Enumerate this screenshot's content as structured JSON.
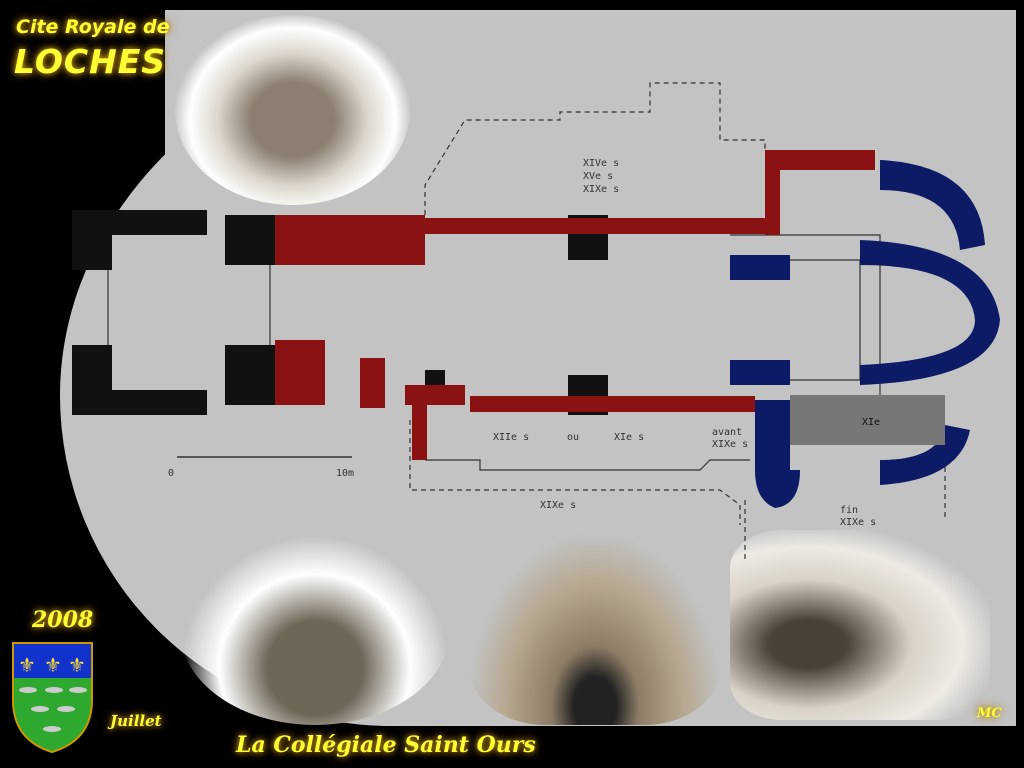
{
  "header": {
    "line1": "Cite Royale de",
    "line2": "LOCHES"
  },
  "footer": {
    "year": "2008",
    "month": "Juillet",
    "caption": "La Collégiale Saint Ours",
    "signature": "MC"
  },
  "plan_labels": {
    "north": [
      "XIVe s",
      "XVe s",
      "XIXe s"
    ],
    "nave_south_a": "XIIe s",
    "nave_south_or": "ou",
    "nave_south_b": "XIe s",
    "before": [
      "avant",
      "XIXe s"
    ],
    "south_annex": "XIXe s",
    "crypt": "XIe",
    "end": [
      "fin",
      "XIXe s"
    ],
    "scale_start": "0",
    "scale_end": "10m"
  },
  "colors": {
    "red": "#8b1212",
    "blue": "#0d1a66",
    "black": "#111111",
    "panel": "#c3c3c3",
    "title": "#ffff33"
  }
}
